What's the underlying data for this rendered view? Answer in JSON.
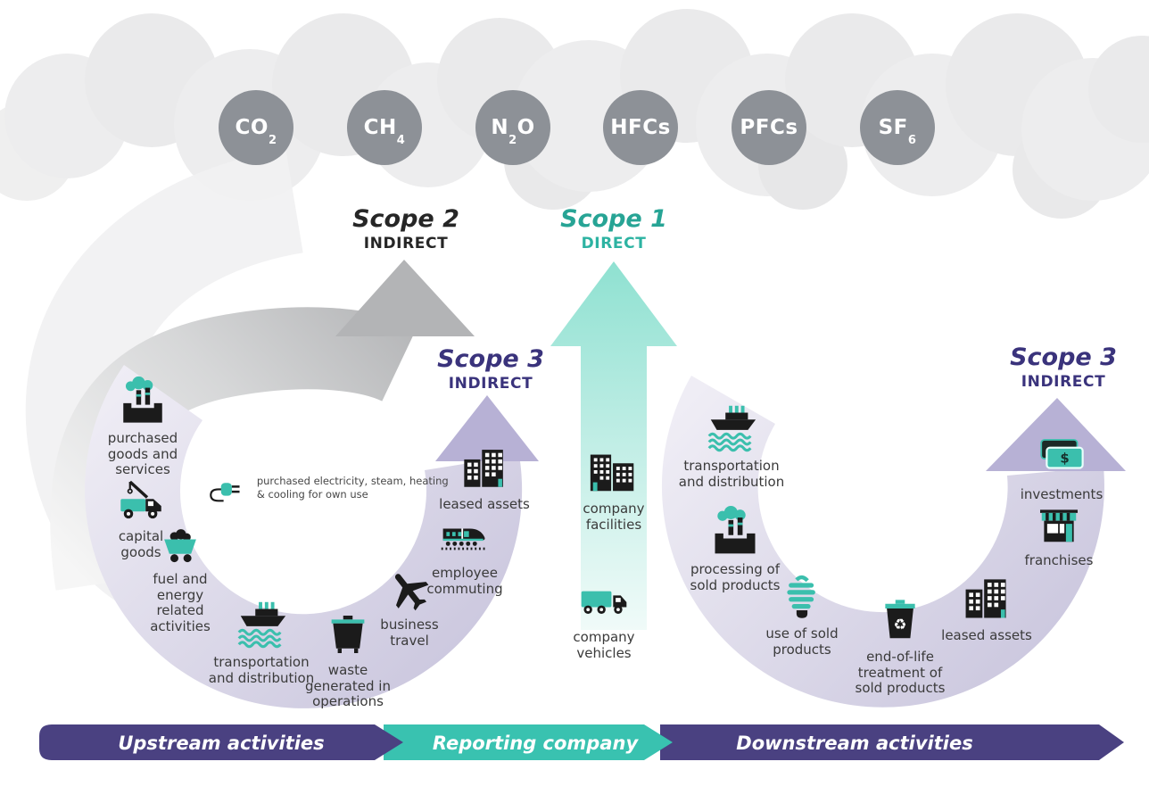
{
  "gases": [
    {
      "pre": "CO",
      "sub": "2",
      "post": ""
    },
    {
      "pre": "CH",
      "sub": "4",
      "post": ""
    },
    {
      "pre": "N",
      "sub": "2",
      "post": "O"
    },
    {
      "pre": "HFCs",
      "sub": "",
      "post": ""
    },
    {
      "pre": "PFCs",
      "sub": "",
      "post": ""
    },
    {
      "pre": "SF",
      "sub": "6",
      "post": ""
    }
  ],
  "scopes": {
    "scope2": {
      "title": "Scope 2",
      "subtitle": "INDIRECT"
    },
    "scope1": {
      "title": "Scope 1",
      "subtitle": "DIRECT"
    },
    "scope3_left": {
      "title": "Scope 3",
      "subtitle": "INDIRECT"
    },
    "scope3_right": {
      "title": "Scope 3",
      "subtitle": "INDIRECT"
    }
  },
  "upstream": {
    "purchased_goods": "purchased goods and services",
    "electricity": "purchased electricity, steam, heating & cooling for own use",
    "capital_goods": "capital goods",
    "fuel_energy": "fuel and energy related activities",
    "transportation": "transportation and distribution",
    "waste": "waste generated in operations",
    "business_travel": "business travel",
    "employee_commuting": "employee commuting",
    "leased_assets": "leased assets"
  },
  "reporting": {
    "facilities": "company facilities",
    "vehicles": "company vehicles"
  },
  "downstream": {
    "transportation": "transportation and distribution",
    "processing": "processing of sold products",
    "use_of_sold": "use of sold products",
    "end_of_life": "end-of-life treatment of sold products",
    "leased_assets": "leased assets",
    "franchises": "franchises",
    "investments": "investments"
  },
  "bottom_bar": {
    "upstream": "Upstream activities",
    "reporting": "Reporting company",
    "downstream": "Downstream activities"
  },
  "colors": {
    "teal_accent": "#3bbfad",
    "teal_bar": "#39c2b0",
    "purple_bar": "#4a4181",
    "purple_text": "#3a337c",
    "gas_circle": "#8d9197",
    "icon_black": "#1b1b1b"
  }
}
